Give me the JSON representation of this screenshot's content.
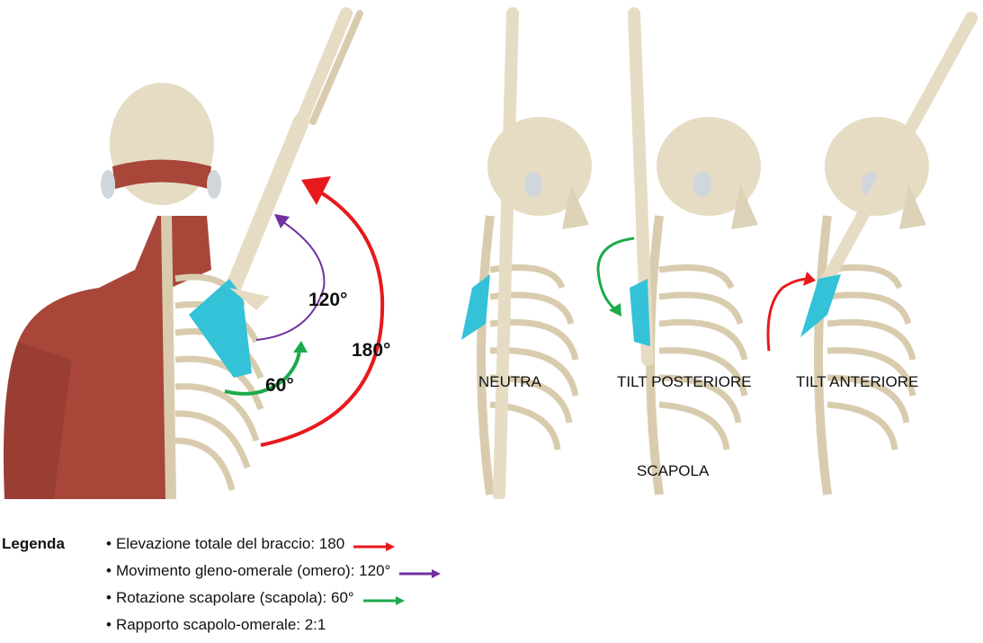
{
  "figure": {
    "angles": {
      "total": "180°",
      "glenohumeral": "120°",
      "scapular": "60°"
    },
    "panels": {
      "neutral": "NEUTRA",
      "posterior": "TILT POSTERIORE",
      "anterior": "TILT ANTERIORE"
    },
    "scapula_label": "SCAPOLA"
  },
  "legend": {
    "title": "Legenda",
    "items": [
      {
        "text": "Elevazione totale del braccio: 180",
        "arrow_color": "#e8191c"
      },
      {
        "text": "Movimento gleno-omerale (omero): 120°",
        "arrow_color": "#7030a0"
      },
      {
        "text": "Rotazione scapolare (scapola): 60°",
        "arrow_color": "#1daa4c"
      },
      {
        "text": "Rapporto scapolo-omerale: 2:1",
        "arrow_color": ""
      }
    ]
  },
  "colors": {
    "total": "#e8191c",
    "glenohumeral": "#7030a0",
    "scapular": "#1daa4c",
    "scapula": "#33c2d8",
    "bone": "#e6dcc4",
    "muscle": "#a8463a"
  }
}
